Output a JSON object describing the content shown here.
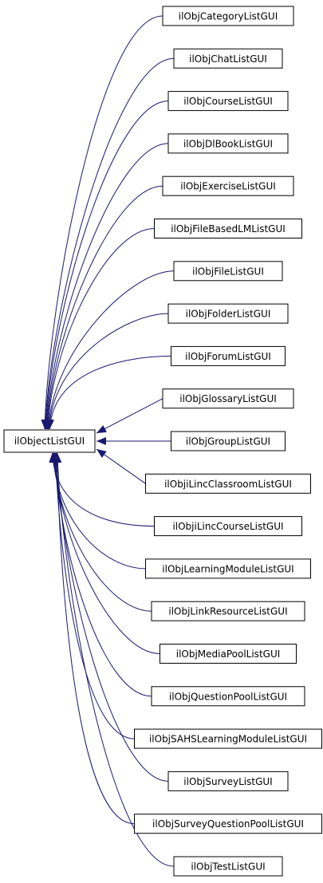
{
  "base_class": "ilObjectListGUI",
  "derived_classes": [
    "ilObjCategoryListGUI",
    "ilObjChatListGUI",
    "ilObjCourseListGUI",
    "ilObjDlBookListGUI",
    "ilObjExerciseListGUI",
    "ilObjFileBasedLMListGUI",
    "ilObjFileListGUI",
    "ilObjFolderListGUI",
    "ilObjForumListGUI",
    "ilObjGlossaryListGUI",
    "ilObjGroupListGUI",
    "ilObjiLincClassroomListGUI",
    "ilObjiLincCourseListGUI",
    "ilObjLearningModuleListGUI",
    "ilObjLinkResourceListGUI",
    "ilObjMediaPoolListGUI",
    "ilObjQuestionPoolListGUI",
    "ilObjSAHSLearningModuleListGUI",
    "ilObjSurveyListGUI",
    "ilObjSurveyQuestionPoolListGUI",
    "ilObjTestListGUI"
  ],
  "colors": {
    "edge": "#191970",
    "box_border": "#000000",
    "background": "#ffffff"
  }
}
